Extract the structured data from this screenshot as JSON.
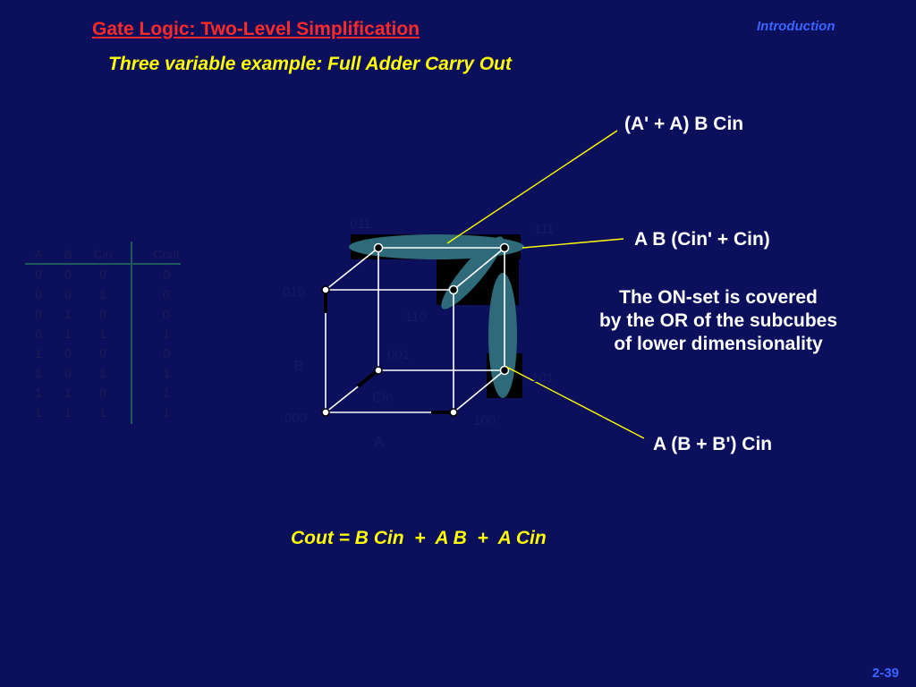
{
  "header": {
    "title": "Gate Logic: Two-Level Simplification",
    "section": "Introduction",
    "subtitle": "Three variable example:  Full Adder Carry Out"
  },
  "truth_table": {
    "headers": [
      "A",
      "B",
      "Cin",
      "Cout"
    ],
    "rows": [
      [
        "0",
        "0",
        "0",
        "0"
      ],
      [
        "0",
        "0",
        "1",
        "0"
      ],
      [
        "0",
        "1",
        "0",
        "0"
      ],
      [
        "0",
        "1",
        "1",
        "1"
      ],
      [
        "1",
        "0",
        "0",
        "0"
      ],
      [
        "1",
        "0",
        "1",
        "1"
      ],
      [
        "1",
        "1",
        "0",
        "1"
      ],
      [
        "1",
        "1",
        "1",
        "1"
      ]
    ]
  },
  "cube": {
    "vertices": [
      "000",
      "001",
      "010",
      "011",
      "100",
      "101",
      "110",
      "111"
    ],
    "axis_a": "A",
    "axis_b": "B",
    "axis_cin": "Cin"
  },
  "labels": {
    "top_term": "(A' + A) B Cin",
    "middle_term": "A B (Cin' + Cin)",
    "bottom_term": "A (B + B') Cin"
  },
  "note": {
    "line1": "The ON-set is covered",
    "line2": "by the OR of the subcubes",
    "line3": "of lower dimensionality"
  },
  "equation": "Cout = B Cin  +  A B  +  A Cin",
  "page_number": "2-39",
  "colors": {
    "background": "#0b0f5c",
    "title": "#ff2a2a",
    "section": "#3a64ff",
    "highlight": "#ffff00",
    "subcube_fill": "#2e6a7a",
    "on_node_fill": "#000000"
  }
}
